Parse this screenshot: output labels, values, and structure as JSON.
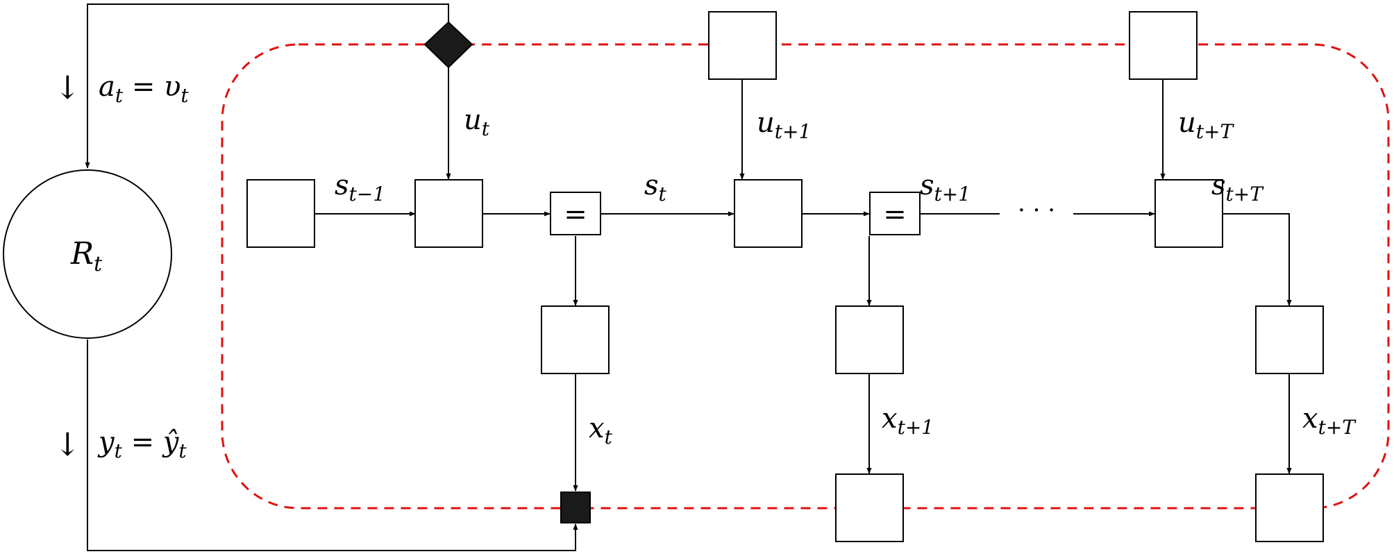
{
  "labels": {
    "R": "R",
    "R_sub": "t",
    "a": "a",
    "a_sub": "t",
    "a_eq": " = υ",
    "a_eq_sub": "t",
    "y": "y",
    "y_sub": "t",
    "y_eq": " = ŷ",
    "y_eq_sub": "t",
    "u_t": "u",
    "u_t_sub": "t",
    "u_t1": "u",
    "u_t1_sub": "t+1",
    "u_tT": "u",
    "u_tT_sub": "t+T",
    "s_tm1": "s",
    "s_tm1_sub": "t−1",
    "s_t": "s",
    "s_t_sub": "t",
    "s_t1": "s",
    "s_t1_sub": "t+1",
    "s_tT": "s",
    "s_tT_sub": "t+T",
    "x_t": "x",
    "x_t_sub": "t",
    "x_t1": "x",
    "x_t1_sub": "t+1",
    "x_tT": "x",
    "x_tT_sub": "t+T",
    "arrow_a": "↓",
    "arrow_y": "↓",
    "eq1": "=",
    "eq2": "=",
    "ellipsis": "· · ·"
  },
  "colors": {
    "boundary": "#e01010",
    "filled_node": "#1a1a1a"
  }
}
